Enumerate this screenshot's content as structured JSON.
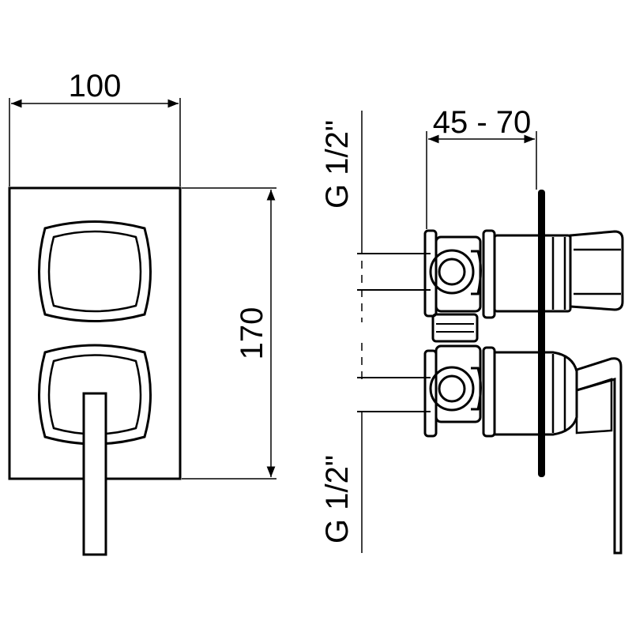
{
  "dimensions": {
    "width": "100",
    "height": "170",
    "depth": "45 - 70",
    "thread_top": "G 1/2\"",
    "thread_bottom": "G 1/2\""
  }
}
